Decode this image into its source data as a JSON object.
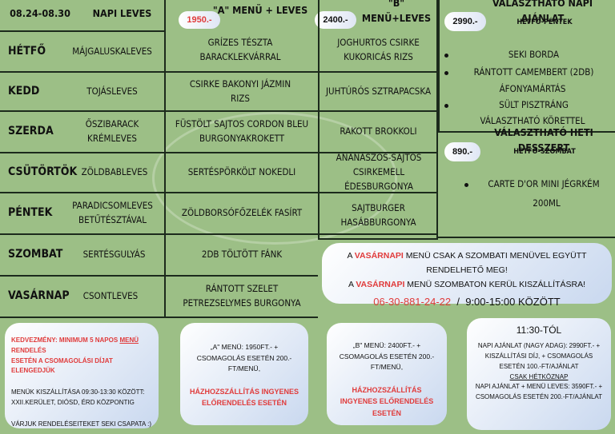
{
  "header": {
    "date_range": "08.24-08.30",
    "soup_col": "NAPI LEVES",
    "a_col": "\"A\" MENÜ + LEVES",
    "a_price": "1950.-",
    "b_col": "\"B\" MENÜ+LEVES",
    "b_price": "2400.-"
  },
  "days": [
    {
      "day": "HÉTFŐ",
      "soup": "MÁJGALUSKALEVES",
      "a": "GRÍZES TÉSZTA BARACKLEKVÁRRAL",
      "b": "JOGHURTOS CSIRKE KUKORICÁS RIZS"
    },
    {
      "day": "KEDD",
      "soup": "TOJÁSLEVES",
      "a": "CSIRKE BAKONYI JÁZMIN RIZS",
      "b": "JUHTÚRÓS SZTRAPACSKA"
    },
    {
      "day": "SZERDA",
      "soup": "ŐSZIBARACK KRÉMLEVES",
      "a": "FÜSTÖLT SAJTOS CORDON BLEU BURGONYAKROKETT",
      "b": "RAKOTT BROKKOLI"
    },
    {
      "day": "CSÜTÖRTÖK",
      "soup": "ZÖLDBABLEVES",
      "a": "SERTÉSPÖRKÖLT NOKEDLI",
      "b": "ANANÁSZOS-SAJTOS CSIRKEMELL ÉDESBURGONYA"
    },
    {
      "day": "PÉNTEK",
      "soup": "PARADICSOMLEVES BETŰTÉSZTÁVAL",
      "a": "ZÖLDBORSÓFŐZELÉK FASÍRT",
      "b": "SAJTBURGER HASÁBBURGONYA"
    },
    {
      "day": "SZOMBAT",
      "soup": "SERTÉSGULYÁS",
      "a": "2DB TÖLTÖTT FÁNK",
      "b": ""
    },
    {
      "day": "VASÁRNAP",
      "soup": "CSONTLEVES",
      "a": "RÁNTOTT SZELET PETREZSELYMES BURGONYA",
      "b": ""
    }
  ],
  "daily_offer": {
    "price": "2990.-",
    "title": "VÁLASZTHATÓ NAPI AJÁNLAT",
    "subtitle": "HÉTFŐ-PÉNTEK",
    "items": [
      "SEKI BORDA",
      "RÁNTOTT CAMEMBERT (2DB)",
      "ÁFONYAMÁRTÁS",
      "SÜLT PISZTRÁNG",
      "VÁLASZTHATÓ KÖRETTEL"
    ]
  },
  "dessert": {
    "price": "890.-",
    "title": "VÁLASZTHATÓ HETI DESSZERT",
    "subtitle": "HÉTFŐ-SZOMBAT",
    "item_line1": "CARTE D'OR MINI JÉGRKÉM",
    "item_line2": "200ML"
  },
  "notice": {
    "line1_a": "A ",
    "line1_red": "VASÁRNAPI",
    "line1_b": " MENÜ CSAK A SZOMBATI MENÜVEL EGYÜTT RENDELHETŐ MEG!",
    "line2_a": "A ",
    "line2_red": "VASÁRNAPI",
    "line2_b": " MENÜ SZOMBATON KERÜL KISZÁLLÍTÁSRA!",
    "phone": "06-30-881-24-22",
    "separator": "/",
    "hours": "9:00-15:00 KÖZÖTT"
  },
  "bubble_left": {
    "discount_red": "KEDVEZMÉNY: MINIMUM 5 NAPOS",
    "discount_red_u": "MENÜ",
    "discount_red2": "RENDELÉS",
    "discount_red3": "ESETÉN A CSOMAGOLÁSI DÍJAT ELENGEDJÜK",
    "delivery": "MENÜK KISZÁLLÍTÁSA 09:30-13:30 KÖZÖTT:",
    "areas": "XXII.KERÜLET, DIÓSD, ÉRD KÖZPONTIG",
    "closing": "VÁRJUK RENDELÉSEITEKET SEKI CSAPATA :)"
  },
  "bubble_a": {
    "text": "„A\" MENÜ: 1950FT.- + CSOMAGOLÁS ESETÉN 200.-FT/MENÜ,",
    "red": "HÁZHOZSZÁLLÍTÁS INGYENES ELŐRENDELÉS ESETÉN"
  },
  "bubble_b": {
    "text": "„B\" MENÜ: 2400FT.- + CSOMAGOLÁS ESETÉN 200.-FT/MENÜ,",
    "red": "HÁZHOZSZÁLLÍTÁS INGYENES ELŐRENDELÉS ESETÉN"
  },
  "bubble_right": {
    "title": "11:30-TÓL",
    "text1": "NAPI AJÁNLAT (NAGY ADAG): 2990FT.- + KISZÁLLÍTÁSI DÍJ, + CSOMAGOLÁS ESETÉN 100.-FT/AJÁNLAT",
    "weekday": "CSAK HÉTKÖZNAP",
    "text2": "NAPI AJÁNLAT + MENÜ LEVES: 3590FT.- + CSOMAGOLÁS ESETÉN 200.-FT/AJÁNLAT"
  },
  "colors": {
    "background": "#9cbf86",
    "accent_red": "#e03b3b",
    "line": "#1c2a1c"
  }
}
